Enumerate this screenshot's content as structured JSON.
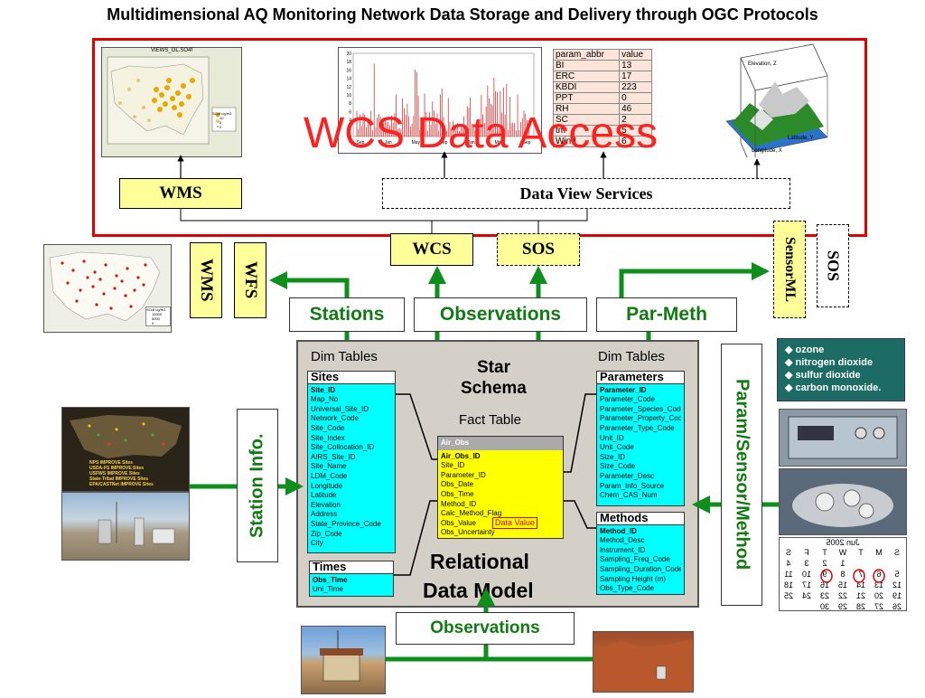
{
  "title": "Multidimensional AQ Monitoring Network Data Storage and Delivery through OGC Protocols",
  "overlay_text": "WCS Data Access",
  "map_top": {
    "title": "VIEWS_OL.SO4f",
    "legend": [
      "SO4f ug/m3",
      "10",
      "5",
      "0"
    ]
  },
  "map_left": {
    "legend": [
      "SO4f ug/m3",
      "10000",
      "5000",
      "0"
    ]
  },
  "chart": {
    "yticks": [
      "20",
      "18",
      "16",
      "14",
      "12",
      "10",
      "8",
      "6",
      "4",
      "2",
      "0"
    ],
    "xticks": [
      "Sep",
      "Jan",
      "May",
      "Sep",
      "Jan",
      "May",
      "Sep"
    ]
  },
  "param_table": {
    "headers": [
      "param_abbr",
      "value"
    ],
    "rows": [
      [
        "BI",
        "13"
      ],
      [
        "ERC",
        "17"
      ],
      [
        "KBDI",
        "223"
      ],
      [
        "PPT",
        "0"
      ],
      [
        "RH",
        "46"
      ],
      [
        "SC",
        "2"
      ],
      [
        "tm",
        "5"
      ],
      [
        "Wind",
        "6"
      ]
    ]
  },
  "terrain": {
    "z_label": "Elevation, Z",
    "y_label": "Latitude, Y",
    "x_label": "Longitude, X"
  },
  "services": {
    "wms": "WMS",
    "data_view": "Data View Services",
    "wcs": "WCS",
    "sos": "SOS",
    "sensorml": "SensorML",
    "sos_right": "SOS",
    "wms_left": "WMS",
    "wfs_left": "WFS"
  },
  "labels": {
    "stations": "Stations",
    "observations_top": "Observations",
    "par_meth": "Par-Meth",
    "station_info": "Station Info.",
    "param_sensor_method": "Param/Sensor/Method",
    "observations_bottom": "Observations"
  },
  "schema": {
    "dim_tables_left": "Dim Tables",
    "dim_tables_right": "Dim Tables",
    "star": "Star",
    "schema": "Schema",
    "fact_table": "Fact Table",
    "relational": "Relational",
    "data_model": "Data Model",
    "sites": {
      "header": "Sites",
      "fields": [
        "Site_ID",
        "Map_No",
        "Universal_Site_ID",
        "Network_Code",
        "Site_Code",
        "Site_Index",
        "Site_Collocation_ID",
        "AIRS_Site_ID",
        "Site_Name",
        "LDM_Code",
        "Longitude",
        "Latitude",
        "Elevation",
        "Address",
        "State_Province_Code",
        "Zip_Code",
        "City"
      ]
    },
    "times": {
      "header": "Times",
      "fields": [
        "Obs_Time",
        "Uni_Time"
      ]
    },
    "fact": {
      "header": "Air_Obs",
      "fields": [
        "Air_Obs_ID",
        "Site_ID",
        "Parameter_ID",
        "Obs_Date",
        "Obs_Time",
        "Method_ID",
        "Calc_Method_Flag",
        "Obs_Value",
        "Obs_Uncertainty"
      ],
      "data_value_label": "Data  Value"
    },
    "parameters": {
      "header": "Parameters",
      "fields": [
        "Parameter_ID",
        "Parameter_Code",
        "Parameter_Species_Code",
        "Parameter_Property_Code",
        "Parameter_Type_Code",
        "Unit_ID",
        "Unit_Code",
        "Size_ID",
        "Size_Code",
        "Parameter_Desc",
        "Param_Info_Source",
        "Chem_CAS_Num"
      ]
    },
    "methods": {
      "header": "Methods",
      "fields": [
        "Method_ID",
        "Method_Desc",
        "Instrument_ID",
        "Sampling_Freq_Code",
        "Sampling_Duration_Code",
        "Sampling Height (m)",
        "Obs_Type_Code"
      ]
    }
  },
  "pollutants": [
    "ozone",
    "nitrogen dioxide",
    "sulfur dioxide",
    "carbon monoxide."
  ],
  "network_legend": [
    "NPS IMPROVE Sites",
    "USDA-FS IMPROVE Sites",
    "USFWS IMPROVE Sites",
    "State-Tribal IMPROVE Sites",
    "EPA/CASTNet IMPROVE Sites"
  ],
  "calendar": {
    "title": "Jun 2005",
    "days": [
      "S",
      "M",
      "T",
      "W",
      "T",
      "F",
      "S"
    ],
    "weeks": [
      [
        "",
        "",
        "",
        "1",
        "2",
        "3",
        "4"
      ],
      [
        "5",
        "6",
        "7",
        "8",
        "9",
        "10",
        "11"
      ],
      [
        "12",
        "13",
        "14",
        "15",
        "16",
        "17",
        "18"
      ],
      [
        "19",
        "20",
        "21",
        "22",
        "23",
        "24",
        "25"
      ],
      [
        "26",
        "27",
        "28",
        "29",
        "30",
        "",
        ""
      ]
    ]
  },
  "colors": {
    "red": "#e00000",
    "green": "#0e8f1c",
    "yellow": "#ffff99",
    "cyan": "#00ffff",
    "fact": "#ffff00"
  }
}
